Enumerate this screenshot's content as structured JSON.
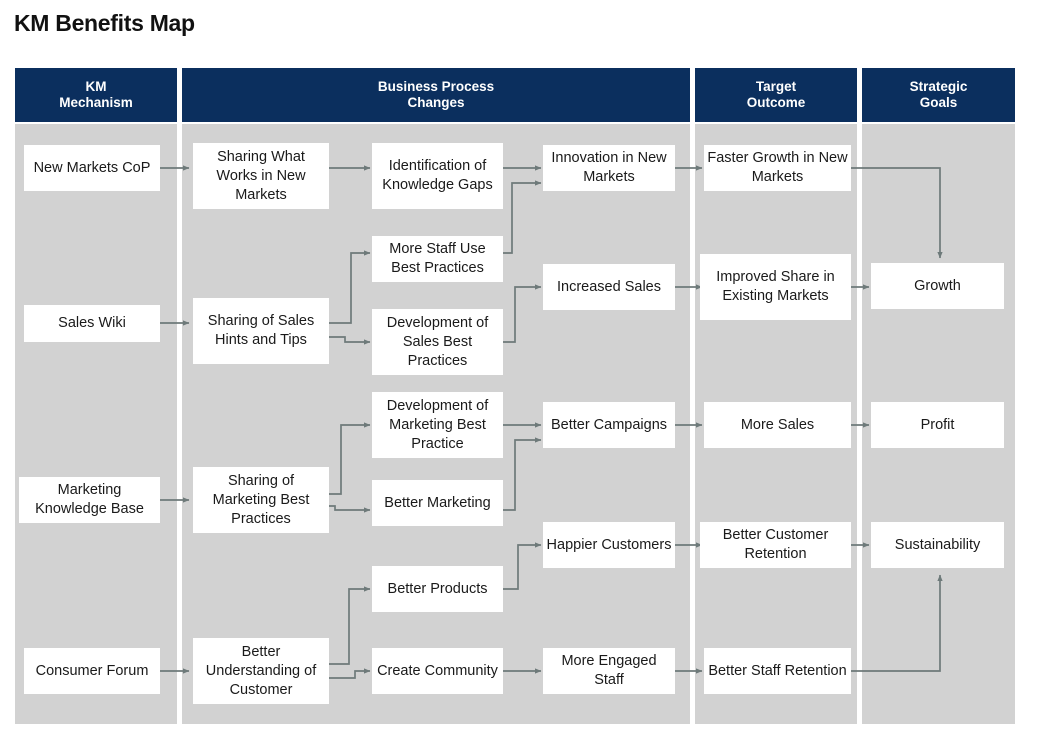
{
  "page": {
    "title": "KM Benefits Map"
  },
  "colors": {
    "header_navy": "#0b2f5e",
    "band_gray": "#d2d2d2",
    "node_white": "#ffffff",
    "connector_gray": "#6e7a7a",
    "text_dark": "#1a1a1a"
  },
  "columns": [
    {
      "id": "km-mechanism",
      "header": "KM\nMechanism",
      "header_line1": "KM",
      "header_line2": "Mechanism"
    },
    {
      "id": "business-process-changes",
      "header": "Business Process\nChanges",
      "header_line1": "Business Process",
      "header_line2": "Changes"
    },
    {
      "id": "target-outcome",
      "header": "Target\nOutcome",
      "header_line1": "Target",
      "header_line2": "Outcome"
    },
    {
      "id": "strategic-goals",
      "header": "Strategic\nGoals",
      "header_line1": "Strategic",
      "header_line2": "Goals"
    }
  ],
  "nodes": {
    "km1": "New Markets CoP",
    "km2": "Sales Wiki",
    "km3": "Marketing Knowledge Base",
    "km4": "Consumer Forum",
    "bp1": "Sharing What Works in New Markets",
    "bp2": "Sharing of Sales Hints and Tips",
    "bp3": "Sharing of Marketing Best Practices",
    "bp4": "Better Understanding of Customer",
    "bp5": "Identification of Knowledge Gaps",
    "bp6": "More Staff Use Best Practices",
    "bp7": "Development of Sales Best Practices",
    "bp8": "Development of Marketing Best Practice",
    "bp9": "Better Marketing",
    "bp10": "Better Products",
    "bp11": "Create Community",
    "bp12": "Innovation in New Markets",
    "bp13": "Increased Sales",
    "bp14": "Better Campaigns",
    "bp15": "Happier Customers",
    "bp16": "More Engaged Staff",
    "to1": "Faster Growth in New Markets",
    "to2": "Improved Share in Existing Markets",
    "to3": "More Sales",
    "to4": "Better Customer Retention",
    "to5": "Better Staff Retention",
    "sg1": "Growth",
    "sg2": "Profit",
    "sg3": "Sustainability"
  },
  "chart_data": {
    "type": "diagram",
    "title": "KM Benefits Map",
    "swimlanes": [
      "KM Mechanism",
      "Business Process Changes",
      "Target Outcome",
      "Strategic Goals"
    ],
    "edges": [
      [
        "New Markets CoP",
        "Sharing What Works in New Markets"
      ],
      [
        "Sales Wiki",
        "Sharing of Sales Hints and Tips"
      ],
      [
        "Marketing Knowledge Base",
        "Sharing of Marketing Best Practices"
      ],
      [
        "Consumer Forum",
        "Better Understanding of Customer"
      ],
      [
        "Sharing What Works in New Markets",
        "Identification of Knowledge Gaps"
      ],
      [
        "Sharing of Sales Hints and Tips",
        "More Staff Use Best Practices"
      ],
      [
        "Sharing of Sales Hints and Tips",
        "Development of Sales Best Practices"
      ],
      [
        "Sharing of Marketing Best Practices",
        "Development of Marketing Best Practice"
      ],
      [
        "Sharing of Marketing Best Practices",
        "Better Marketing"
      ],
      [
        "Better Understanding of Customer",
        "Better Products"
      ],
      [
        "Better Understanding of Customer",
        "Create Community"
      ],
      [
        "Identification of Knowledge Gaps",
        "Innovation in New Markets"
      ],
      [
        "More Staff Use Best Practices",
        "Innovation in New Markets"
      ],
      [
        "Development of Sales Best Practices",
        "Increased Sales"
      ],
      [
        "Development of Marketing Best Practice",
        "Better Campaigns"
      ],
      [
        "Better Marketing",
        "Better Campaigns"
      ],
      [
        "Better Products",
        "Happier Customers"
      ],
      [
        "Create Community",
        "More Engaged Staff"
      ],
      [
        "Innovation in New Markets",
        "Faster Growth in New Markets"
      ],
      [
        "Increased Sales",
        "Improved Share in Existing Markets"
      ],
      [
        "Better Campaigns",
        "More Sales"
      ],
      [
        "Happier Customers",
        "Better Customer Retention"
      ],
      [
        "More Engaged Staff",
        "Better Staff Retention"
      ],
      [
        "Faster Growth in New Markets",
        "Growth"
      ],
      [
        "Improved Share in Existing Markets",
        "Growth"
      ],
      [
        "More Sales",
        "Profit"
      ],
      [
        "Better Customer Retention",
        "Sustainability"
      ],
      [
        "Better Staff Retention",
        "Sustainability"
      ]
    ]
  }
}
